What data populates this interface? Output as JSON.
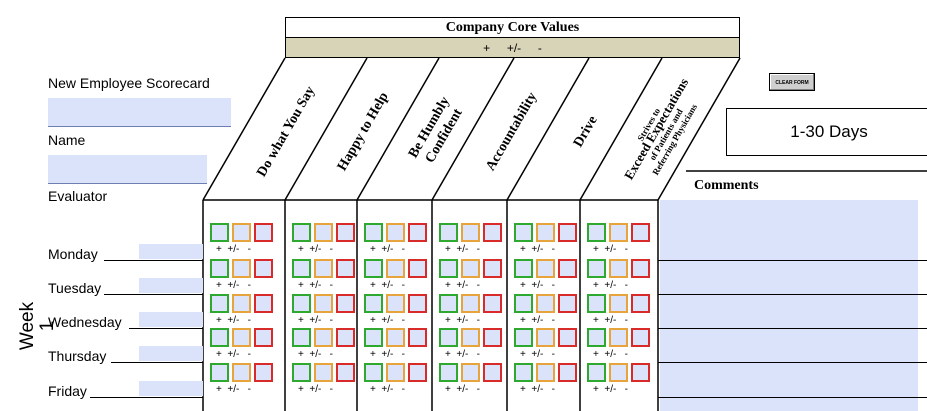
{
  "header": {
    "title": "Company Core Values",
    "legend": "+     +/-     -"
  },
  "labels": {
    "scorecard": "New Employee Scorecard",
    "name": "Name",
    "evaluator": "Evaluator"
  },
  "clear_button": "CLEAR FORM",
  "period": "1-30 Days",
  "comments_label": "Comments",
  "week_label": "Week 1",
  "values": [
    {
      "lines": [
        "Do what You Say"
      ]
    },
    {
      "lines": [
        "Happy to Help"
      ]
    },
    {
      "lines": [
        "Be Humbly",
        "Confident"
      ]
    },
    {
      "lines": [
        "Accountability"
      ]
    },
    {
      "lines": [
        "Drive"
      ]
    },
    {
      "lines": [
        "Strives to",
        "Exceed Expectations",
        "of Patients and",
        "Referring Physicians"
      ]
    }
  ],
  "rating_caption": "+  +/-   -",
  "days": [
    "Monday",
    "Tuesday",
    "Wednesday",
    "Thursday",
    "Friday"
  ],
  "colors": {
    "fill": "#dbe3fb",
    "plus": "#2fa82f",
    "neutral": "#e7a33c",
    "minus": "#d92a2a",
    "header_band": "#d8d4b8"
  }
}
